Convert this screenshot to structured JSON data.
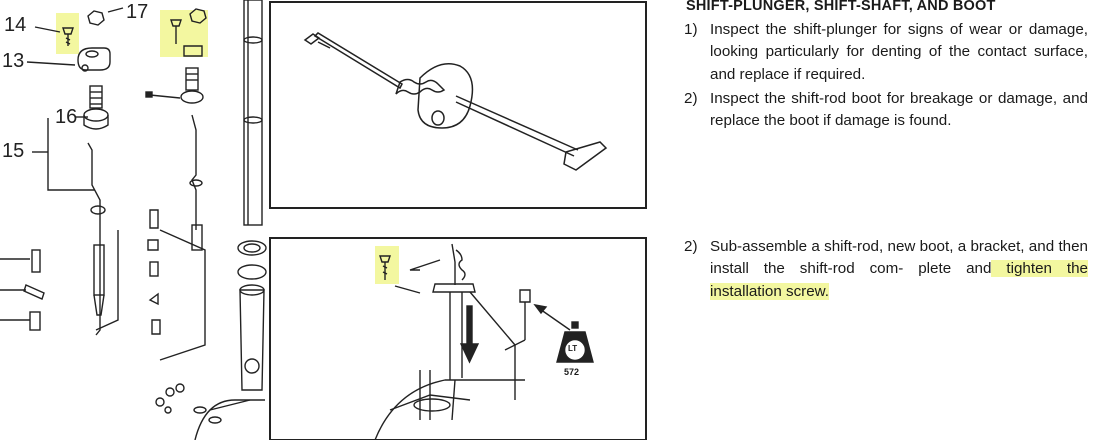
{
  "callouts": {
    "c14": "14",
    "c17": "17",
    "c13": "13",
    "c16": "16",
    "c15": "15"
  },
  "badge": {
    "symbol": "LT",
    "number": "572"
  },
  "heading": "SHIFT-PLUNGER, SHIFT-SHAFT, AND BOOT",
  "steps": [
    {
      "num": "1)",
      "text": "Inspect the shift-plunger for signs of wear or damage, looking particularly for denting of the contact surface, and replace if required."
    },
    {
      "num": "2)",
      "text": "Inspect the shift-rod boot for breakage or damage, and replace the boot if damage is found."
    }
  ],
  "step3": {
    "num": "2)",
    "pre": "Sub-assemble a shift-rod, new boot, a bracket, and then install the shift-rod com- plete and",
    "highlight": " tighten the installation screw. "
  },
  "colors": {
    "highlight": "#f3f7a0",
    "line": "#222222"
  }
}
